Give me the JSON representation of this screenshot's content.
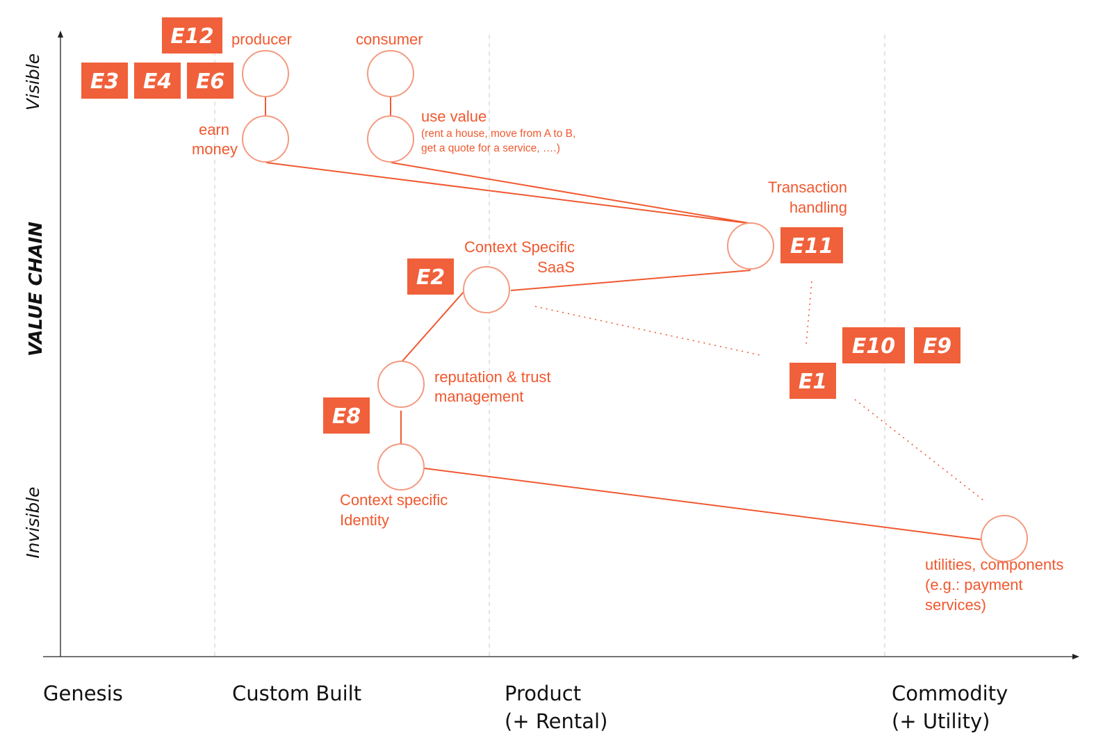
{
  "axes": {
    "y_title": "VALUE CHAIN",
    "y_top": "Visible",
    "y_bottom": "Invisible",
    "stages": [
      {
        "line1": "Genesis",
        "line2": ""
      },
      {
        "line1": "Custom Built",
        "line2": ""
      },
      {
        "line1": "Product",
        "line2": "(+ Rental)"
      },
      {
        "line1": "Commodity",
        "line2": "(+ Utility)"
      }
    ]
  },
  "nodes": {
    "producer": {
      "line1": "producer"
    },
    "consumer": {
      "line1": "consumer"
    },
    "earn_money": {
      "line1": "earn",
      "line2": "money"
    },
    "use_value": {
      "line1": "use value",
      "detail1": "(rent a house, move from A to B,",
      "detail2": "get a quote for a service, ….)"
    },
    "transaction_handling": {
      "line1": "Transaction",
      "line2": "handling"
    },
    "context_saas": {
      "line1": "Context Specific",
      "line2": "SaaS"
    },
    "reputation_trust": {
      "line1": "reputation & trust",
      "line2": "management"
    },
    "context_identity": {
      "line1": "Context specific",
      "line2": "Identity"
    },
    "utilities": {
      "line1": "utilities, components",
      "line2": "(e.g.: payment",
      "line3": "services)"
    }
  },
  "badges": {
    "e12": "E12",
    "e3": "E3",
    "e4": "E4",
    "e6": "E6",
    "e11": "E11",
    "e2": "E2",
    "e10": "E10",
    "e9": "E9",
    "e1": "E1",
    "e8": "E8"
  },
  "colors": {
    "accent": "#f0582f",
    "badge_fill": "#f0603a",
    "node_stroke": "#f39a80",
    "axis": "#222222",
    "stage_divider": "#d6d6d6"
  }
}
